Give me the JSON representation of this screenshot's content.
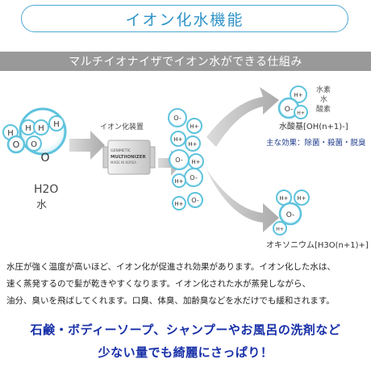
{
  "header": {
    "title": "イオン化水機能"
  },
  "banner": {
    "text": "マルチイオナイザでイオン水ができる仕組み"
  },
  "diagram": {
    "ion_h": "H",
    "ion_o": "O",
    "ion_h_plus": "H+",
    "ion_o_minus": "O-",
    "water_formula": "H2O",
    "water_label": "水",
    "device_label": "イオン化装置",
    "device_brand": "GENIMETIC",
    "device_name": "MULTIIONIZER",
    "device_origin": "MADE IN KOREA",
    "hydrogen_label": "水素",
    "water_mid_label": "水",
    "oxygen_label": "酸素",
    "hydroxide_label": "水酸基[OH(n+1)-]",
    "effects_label": "主な効果：除菌・殺菌・脱臭",
    "oxonium_label": "オキソニウム[H3O(n+1)+]"
  },
  "body": {
    "lines": [
      "水圧が強く温度が高いほど、イオン化が促進され効果があります。イオン化した水は、",
      "速く蒸発するので髪が乾きやすくなります。イオン化された水が蒸発しながら、",
      "油分、臭いを飛ばしてくれます。口臭、体臭、加齢臭などを水だけでも緩和されます。"
    ]
  },
  "slogan": {
    "line1": "石鹸・ボディーソープ、シャンプーやお風呂の洗剤など",
    "line2": "少ない量でも綺麗にさっぱり！"
  },
  "colors": {
    "accent": "#2f93c8",
    "slogan": "#1830a8",
    "banner": "#999999"
  }
}
